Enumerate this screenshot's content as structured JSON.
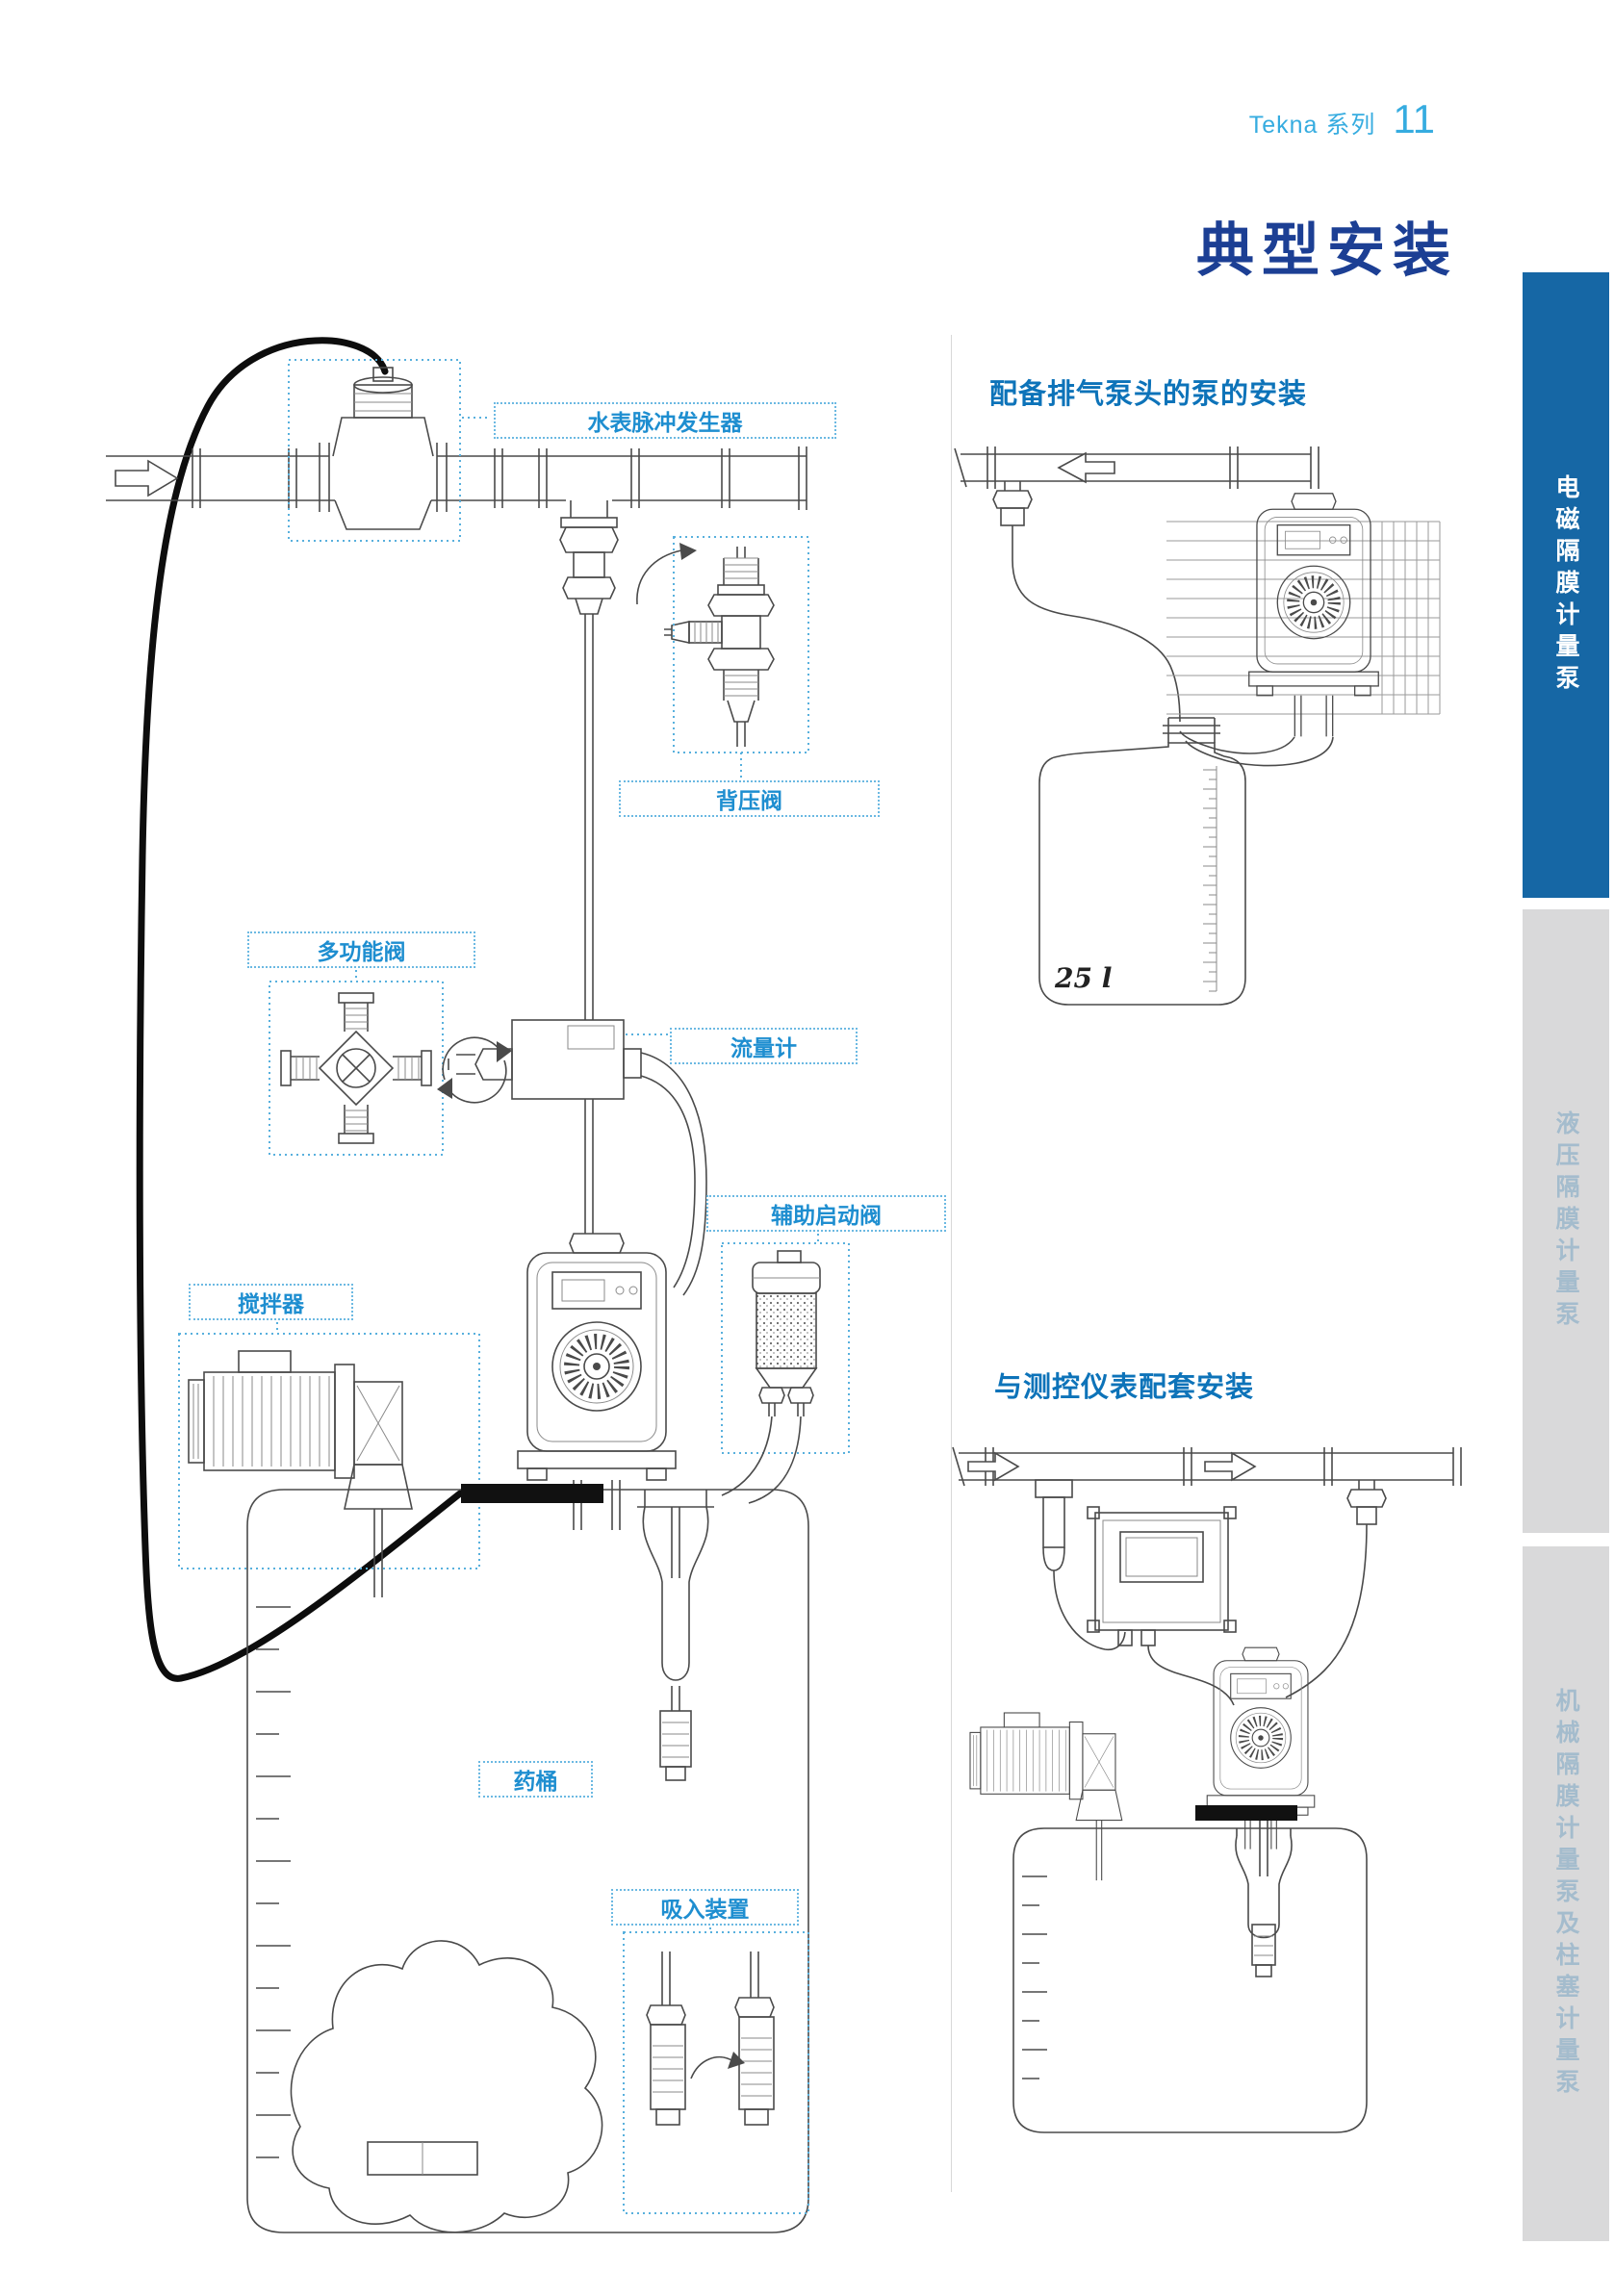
{
  "page": {
    "series_label": "Tekna 系列",
    "page_number": "11",
    "title": "典型安装"
  },
  "sidebar_tabs": [
    {
      "label": "电磁隔膜计量泵",
      "active": true
    },
    {
      "label": "液压隔膜计量泵",
      "active": false
    },
    {
      "label": "机械隔膜计量泵及柱塞计量泵",
      "active": false
    }
  ],
  "main_diagram": {
    "callouts": {
      "water_meter_pulse_generator": "水表脉冲发生器",
      "back_pressure_valve": "背压阀",
      "multifunction_valve": "多功能阀",
      "flow_meter": "流量计",
      "auxiliary_priming_valve": "辅助启动阀",
      "agitator": "搅拌器",
      "chemical_tank": "药桶",
      "suction_device": "吸入装置"
    }
  },
  "section_degassing": {
    "title": "配备排气泵头的泵的安装",
    "tank_capacity_label": "25 l"
  },
  "section_instruments": {
    "title": "与测控仪表配套安装"
  },
  "colors": {
    "accent_light_blue": "#36ace0",
    "title_navy": "#1c3f94",
    "section_title_blue": "#0d73b9",
    "callout_text": "#1e8ed0",
    "callout_border": "#6cb9e2",
    "sidebar_active_bg": "#1667a5",
    "sidebar_active_text": "#ffffff",
    "sidebar_inactive_bg": "#d9d9da",
    "sidebar_inactive_text": "#a4bccd",
    "diagram_line": "#4a4a4a"
  }
}
